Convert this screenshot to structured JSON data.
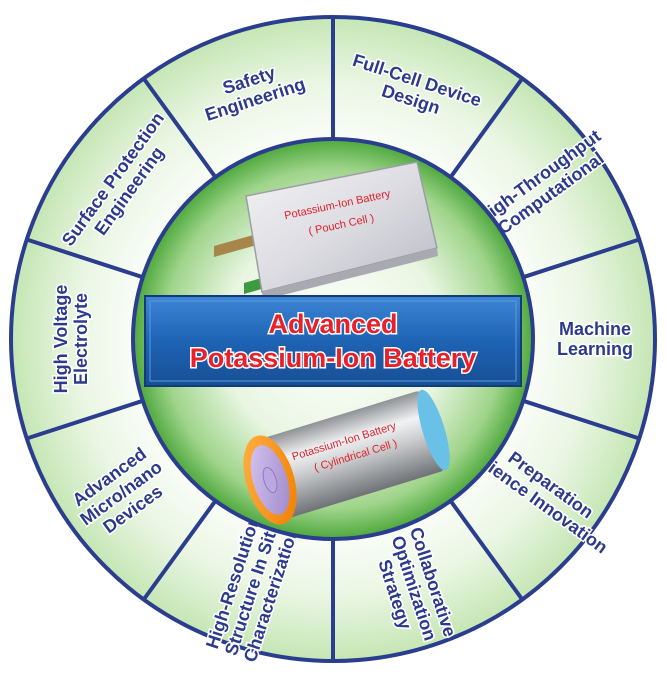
{
  "hub": {
    "title_line1": "Advanced",
    "title_line2": "Potassium-Ion Battery"
  },
  "pouch_cell": {
    "label_line1": "Potassium-Ion Battery",
    "label_line2": "( Pouch Cell )"
  },
  "cylindrical_cell": {
    "label_line1": "Potassium-Ion Battery",
    "label_line2": "( Cylindrical Cell )"
  },
  "segments": [
    {
      "id": "safety-engineering",
      "lines": [
        "Safety",
        "Engineering"
      ]
    },
    {
      "id": "full-cell-device-design",
      "lines": [
        "Full-Cell Device",
        "Design"
      ]
    },
    {
      "id": "high-throughput-computational",
      "lines": [
        "High-Throughput",
        "Computational"
      ]
    },
    {
      "id": "machine-learning",
      "lines": [
        "Machine",
        "Learning"
      ]
    },
    {
      "id": "preparation-science-innovation",
      "lines": [
        "Preparation",
        "Science Innovation"
      ]
    },
    {
      "id": "collaborative-optimization-strategy",
      "lines": [
        "Collaborative",
        "Optimization",
        "Strategy"
      ]
    },
    {
      "id": "high-resolution-characterization",
      "lines": [
        "High-Resolution",
        "Structure In Situ",
        "Characterization"
      ]
    },
    {
      "id": "advanced-micro-nano-devices",
      "lines": [
        "Advanced",
        "Micro/nano",
        "Devices"
      ]
    },
    {
      "id": "high-voltage-electrolyte",
      "lines": [
        "High Voltage",
        "Electrolyte"
      ]
    },
    {
      "id": "surface-protection-engineering",
      "lines": [
        "Surface Protection",
        "Engineering"
      ]
    }
  ],
  "colors": {
    "ring_line": "#2a3d8f",
    "banner": "#1e63b4",
    "title_red": "#e8202a",
    "segment_text": "#2b3a8c",
    "inner_green": "#4caf50"
  }
}
